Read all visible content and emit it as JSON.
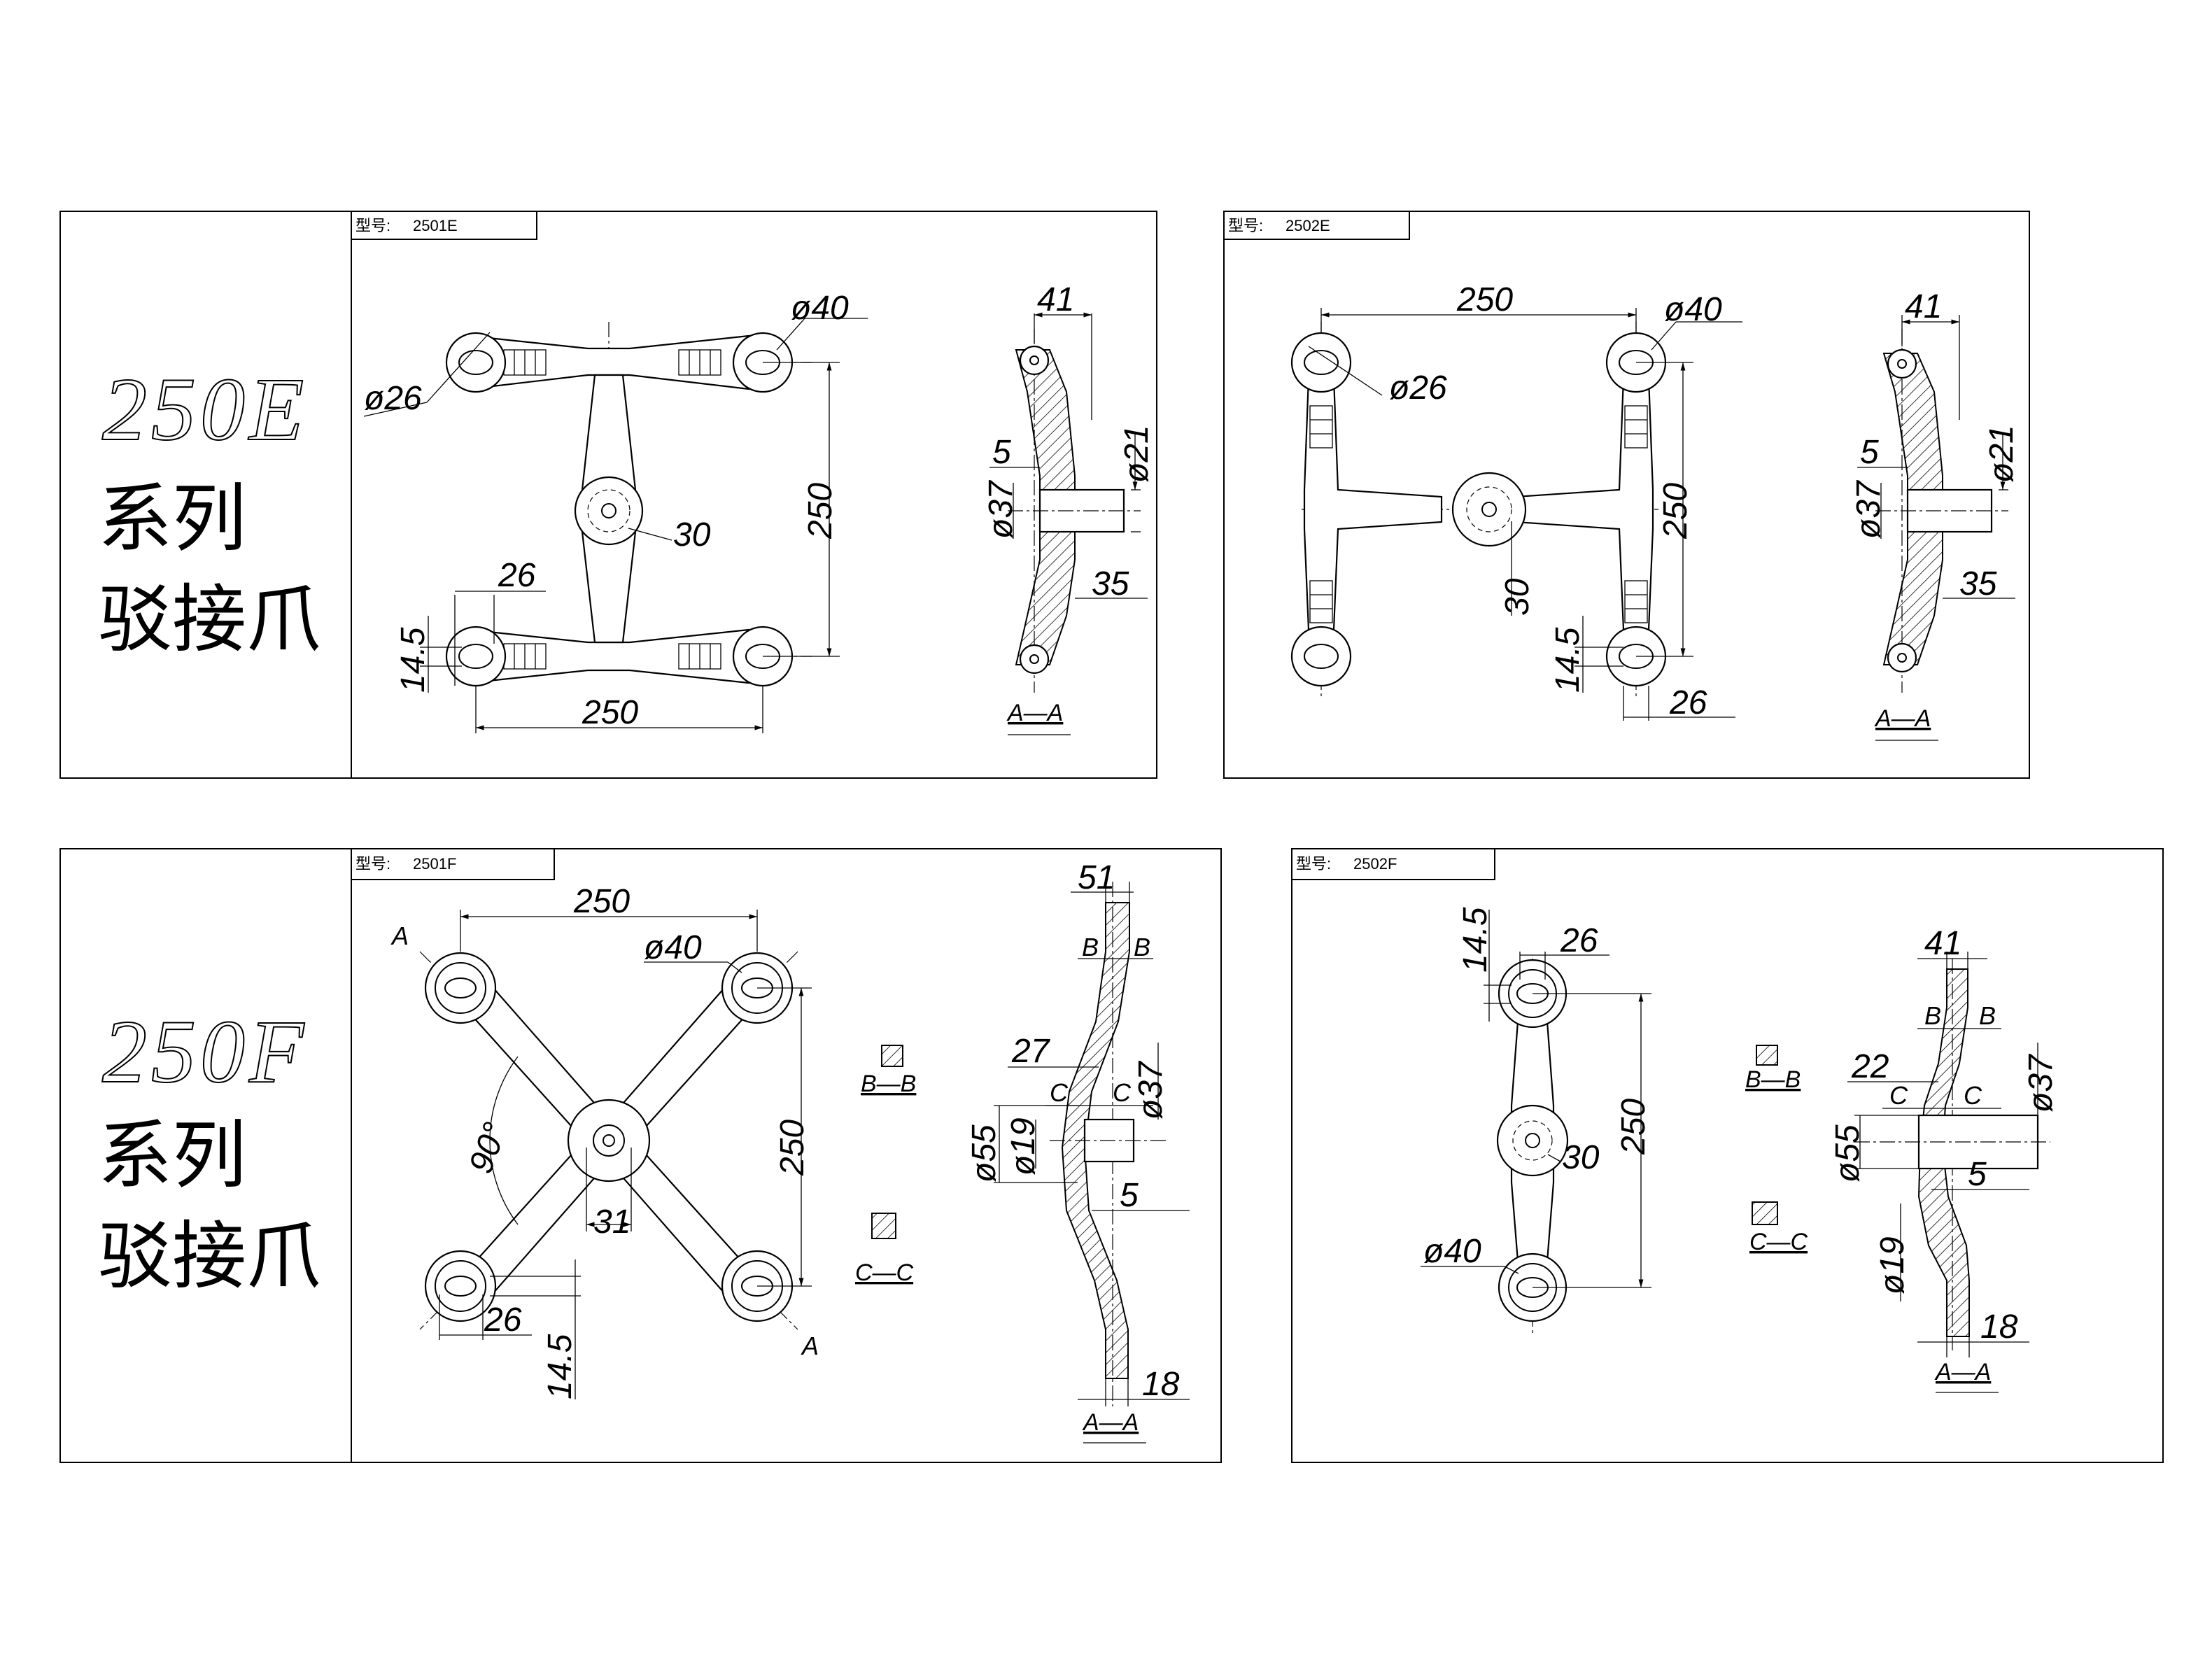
{
  "panels": {
    "p2501e": {
      "model_label": "型号:",
      "model_no": "2501E",
      "series_code": "250E",
      "series_line1": "系列",
      "series_line2": "驳接爪",
      "dims": {
        "phi40": "ø40",
        "phi26": "ø26",
        "d250_h": "250",
        "d250_v": "250",
        "d30": "30",
        "d26": "26",
        "d14_5": "14.5",
        "s41": "41",
        "s5": "5",
        "sphi21": "ø21",
        "sphi37": "ø37",
        "s35": "35"
      },
      "section": "A—A"
    },
    "p2502e": {
      "model_label": "型号:",
      "model_no": "2502E",
      "dims": {
        "d250_h": "250",
        "phi40": "ø40",
        "phi26": "ø26",
        "d250_v": "250",
        "d30": "30",
        "d14_5": "14.5",
        "d26": "26",
        "s41": "41",
        "s5": "5",
        "sphi21": "ø21",
        "sphi37": "ø37",
        "s35": "35"
      },
      "section": "A—A"
    },
    "p2501f": {
      "model_label": "型号:",
      "model_no": "2501F",
      "series_code": "250F",
      "series_line1": "系列",
      "series_line2": "驳接爪",
      "dims": {
        "d250_h": "250",
        "phi40": "ø40",
        "d250_v": "250",
        "ang90": "90°",
        "d31": "31",
        "d26": "26",
        "d14_5": "14.5",
        "markA": "A",
        "markA2": "A",
        "s51": "51",
        "sB1": "B",
        "sB2": "B",
        "s27": "27",
        "sC1": "C",
        "sC2": "C",
        "sphi37": "ø37",
        "sphi55": "ø55",
        "sphi19": "ø19",
        "s5": "5",
        "s18": "18"
      },
      "section_bb": "B—B",
      "section_cc": "C—C",
      "section": "A—A"
    },
    "p2502f": {
      "model_label": "型号:",
      "model_no": "2502F",
      "dims": {
        "d14_5": "14.5",
        "d26": "26",
        "d250_v": "250",
        "d30": "30",
        "phi40": "ø40",
        "s41": "41",
        "sB1": "B",
        "sB2": "B",
        "s22": "22",
        "sC1": "C",
        "sC2": "C",
        "sphi37": "ø37",
        "sphi55": "ø55",
        "s5": "5",
        "sphi19": "ø19",
        "s18": "18"
      },
      "section_bb": "B—B",
      "section_cc": "C—C",
      "section": "A—A"
    }
  }
}
